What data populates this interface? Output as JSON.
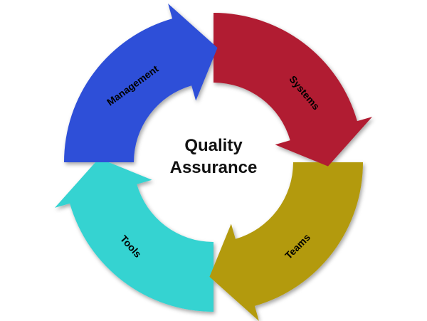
{
  "diagram": {
    "center": {
      "line1": "Quality",
      "line2": "Assurance"
    },
    "segments": [
      {
        "label": "Management",
        "color": "#2f4fd8"
      },
      {
        "label": "Systems",
        "color": "#b11d31"
      },
      {
        "label": "Teams",
        "color": "#b39a10"
      },
      {
        "label": "Tools",
        "color": "#35d3d1"
      }
    ]
  }
}
